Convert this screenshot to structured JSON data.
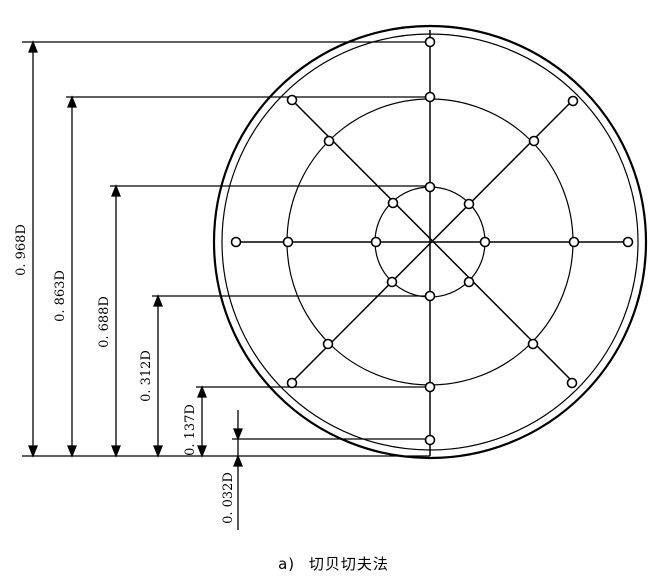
{
  "figure": {
    "dimensions": [
      {
        "label": "0. 968D",
        "fraction": 0.968
      },
      {
        "label": "0. 863D",
        "fraction": 0.863
      },
      {
        "label": "0. 688D",
        "fraction": 0.688
      },
      {
        "label": "0. 312D",
        "fraction": 0.312
      },
      {
        "label": "0. 137D",
        "fraction": 0.137
      },
      {
        "label": "0. 032D",
        "fraction": 0.032
      }
    ],
    "caption": {
      "marker": "a)",
      "title": "切贝切夫法"
    }
  }
}
